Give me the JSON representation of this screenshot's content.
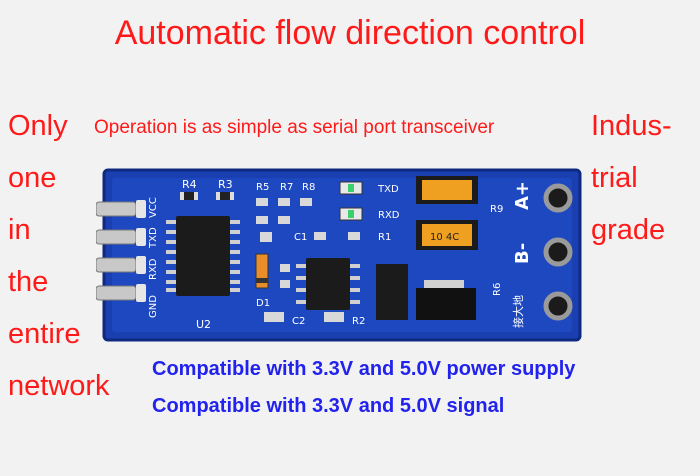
{
  "title": "Automatic flow direction control",
  "subtitle": "Operation is as simple as serial port transceiver",
  "left_words": [
    "Only",
    "one",
    "in",
    "the",
    "entire",
    "network"
  ],
  "right_words": [
    "Indus-",
    "trial",
    "grade"
  ],
  "compat_power": "Compatible with 3.3V and 5.0V power supply",
  "compat_signal": "Compatible with 3.3V and 5.0V signal",
  "board": {
    "left_pins": [
      "GND",
      "RXD",
      "TXD",
      "VCC"
    ],
    "right_pins": [
      "A+",
      "B-",
      "接大地"
    ],
    "labels": {
      "r4": "R4",
      "r3": "R3",
      "r5": "R5",
      "r7": "R7",
      "r8": "R8",
      "txd": "TXD",
      "rxd": "RXD",
      "r9": "R9",
      "c1": "C1",
      "r1": "R1",
      "d1": "D1",
      "c2": "C2",
      "r2": "R2",
      "u2": "U2",
      "r6": "R6",
      "cap": "10 4C"
    },
    "colors": {
      "pcb": "#1a3fb0",
      "pcb_edge": "#0d2a80",
      "silk": "#ffffff",
      "chip": "#1b1b1b"
    }
  },
  "colors": {
    "red_text": "#ff1a1a",
    "blue_text": "#2222ee"
  }
}
